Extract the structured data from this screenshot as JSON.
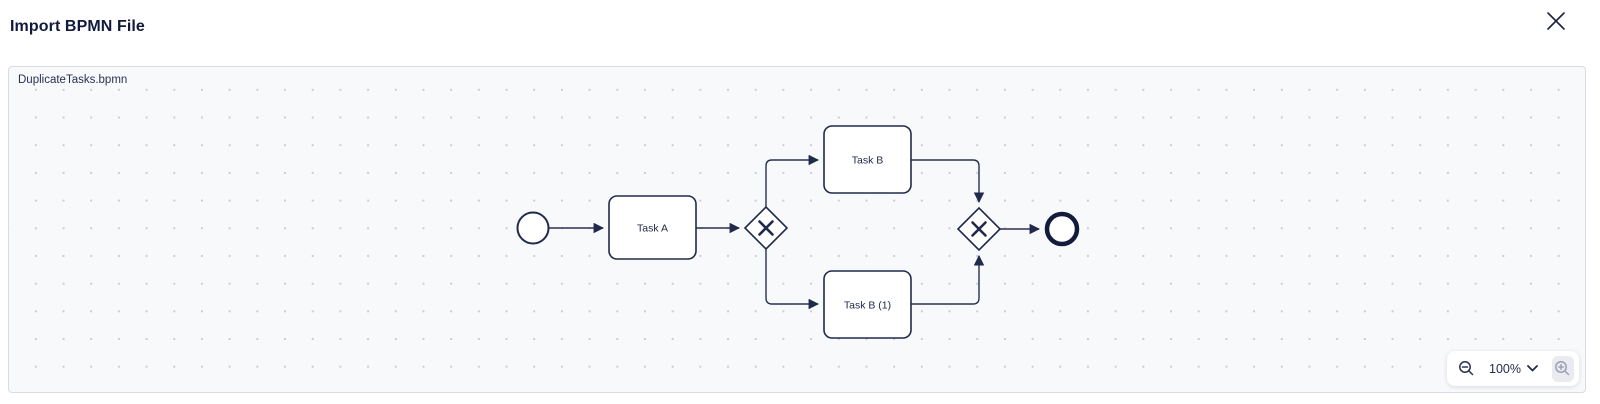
{
  "header": {
    "title": "Import BPMN File"
  },
  "canvas": {
    "file_name": "DuplicateTasks.bpmn"
  },
  "diagram": {
    "type": "bpmn-process-preview",
    "nodes": [
      {
        "id": "start",
        "type": "start-event",
        "label": ""
      },
      {
        "id": "task-a",
        "type": "task",
        "label": "Task A"
      },
      {
        "id": "gateway-split",
        "type": "exclusive-gateway",
        "label": ""
      },
      {
        "id": "task-b",
        "type": "task",
        "label": "Task B"
      },
      {
        "id": "task-b-1",
        "type": "task",
        "label": "Task B (1)"
      },
      {
        "id": "gateway-join",
        "type": "exclusive-gateway",
        "label": ""
      },
      {
        "id": "end",
        "type": "end-event",
        "label": ""
      }
    ],
    "flows": [
      "start -> task-a",
      "task-a -> gateway-split",
      "gateway-split -> task-b",
      "gateway-split -> task-b-1",
      "task-b -> gateway-join",
      "task-b-1 -> gateway-join",
      "gateway-join -> end"
    ]
  },
  "zoom_controls": {
    "level": "100%"
  },
  "colors": {
    "title": "#101a3c",
    "diagram_stroke": "#202a4d",
    "canvas_background": "#f8f9fb",
    "canvas_border": "#d9dce4",
    "disabled_icon": "#9aa0b5"
  }
}
